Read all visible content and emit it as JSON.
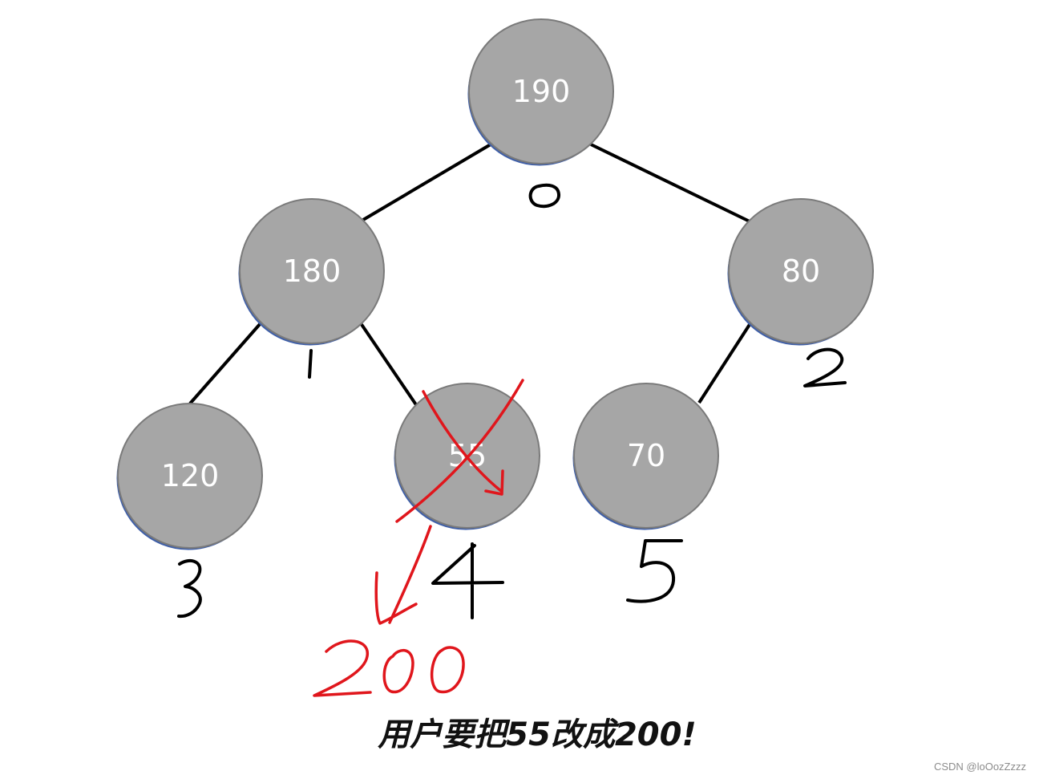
{
  "tree": {
    "nodes": [
      {
        "index_label": "0",
        "value": "190"
      },
      {
        "index_label": "1",
        "value": "180"
      },
      {
        "index_label": "2",
        "value": "80"
      },
      {
        "index_label": "3",
        "value": "120"
      },
      {
        "index_label": "4",
        "value": "55"
      },
      {
        "index_label": "5",
        "value": "70"
      }
    ]
  },
  "annotation": {
    "replacement_value": "200",
    "ink_color": "#e0161c"
  },
  "caption": "用户要把55改成200!",
  "watermark": "CSDN @loOozZzzz"
}
